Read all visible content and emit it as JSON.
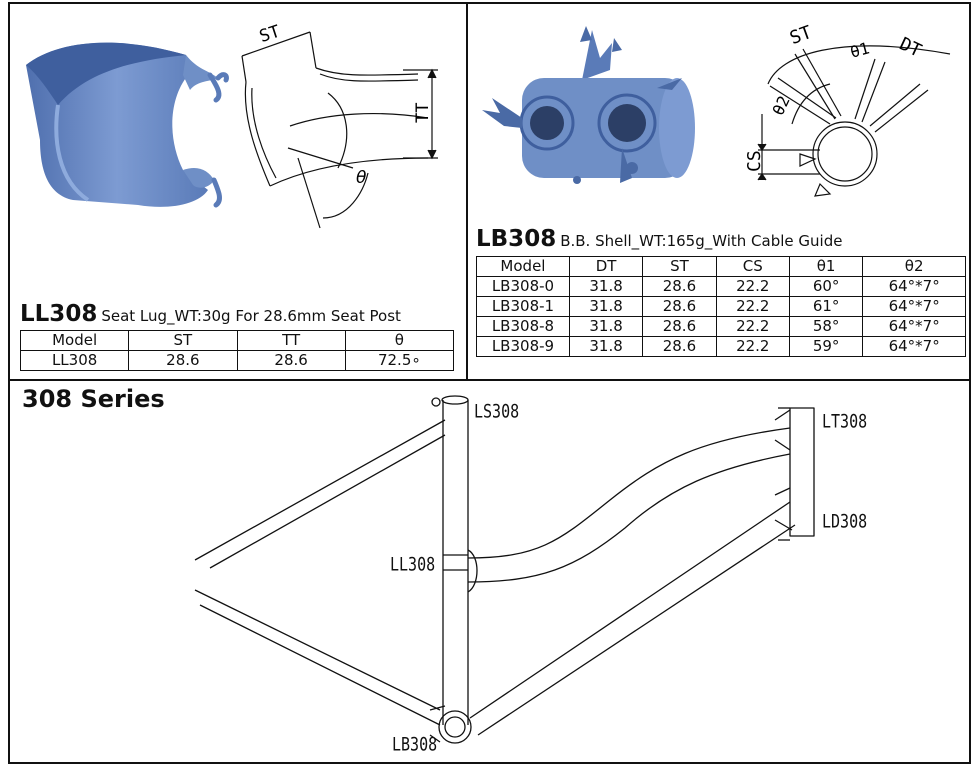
{
  "seat_lug": {
    "code": "LL308",
    "description": "Seat Lug_WT:30g For 28.6mm Seat Post",
    "diagram_labels": {
      "st": "ST",
      "tt": "TT",
      "angle": "θ"
    },
    "table": {
      "headers": [
        "Model",
        "ST",
        "TT",
        "θ"
      ],
      "rows": [
        [
          "LL308",
          "28.6",
          "28.6",
          "72.5∘"
        ]
      ]
    }
  },
  "bb_shell": {
    "code": "LB308",
    "description": "B.B. Shell_WT:165g_With Cable Guide",
    "diagram_labels": {
      "st": "ST",
      "dt": "DT",
      "cs": "CS",
      "theta1": "θ1",
      "theta2": "θ2"
    },
    "table": {
      "headers": [
        "Model",
        "DT",
        "ST",
        "CS",
        "θ1",
        "θ2"
      ],
      "rows": [
        [
          "LB308-0",
          "31.8",
          "28.6",
          "22.2",
          "60°",
          "64°*7°"
        ],
        [
          "LB308-1",
          "31.8",
          "28.6",
          "22.2",
          "61°",
          "64°*7°"
        ],
        [
          "LB308-8",
          "31.8",
          "28.6",
          "22.2",
          "58°",
          "64°*7°"
        ],
        [
          "LB308-9",
          "31.8",
          "28.6",
          "22.2",
          "59°",
          "64°*7°"
        ]
      ]
    }
  },
  "series": {
    "title": "308 Series",
    "labels": {
      "ls": "LS308",
      "lt": "LT308",
      "ld": "LD308",
      "ll": "LL308",
      "lb": "LB308"
    }
  },
  "colors": {
    "part_blue": "#6f8fc6",
    "part_shadow": "#4a6aa5",
    "line": "#111111"
  }
}
